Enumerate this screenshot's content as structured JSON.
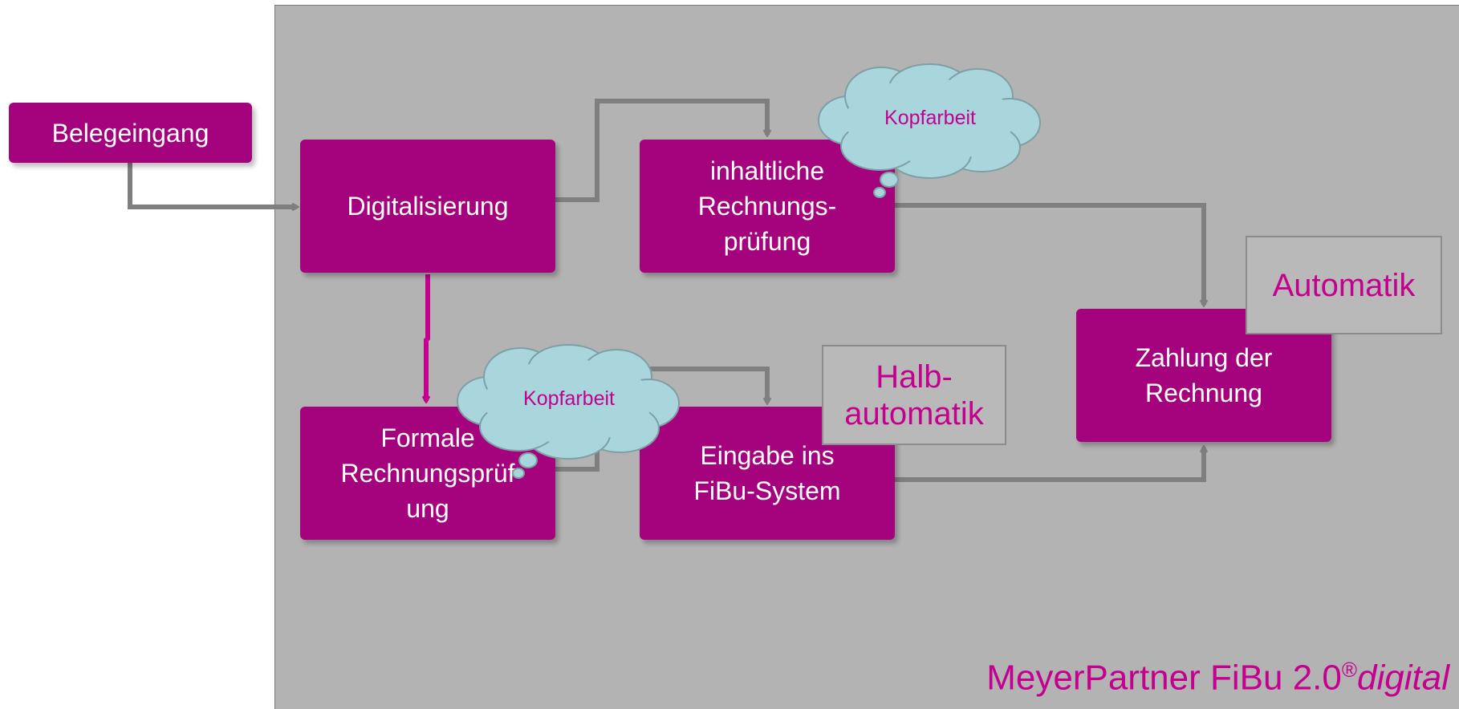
{
  "nodes": {
    "belegeingang": "Belegeingang",
    "digitalisierung": "Digitalisierung",
    "inhaltliche": "inhaltliche\nRechnungs-\nprüfung",
    "formale": "Formale\nRechnungsprüf\nung",
    "eingabe": "Eingabe ins\nFiBu-System",
    "zahlung": "Zahlung der\nRechnung"
  },
  "clouds": {
    "top": "Kopfarbeit",
    "bottom": "Kopfarbeit"
  },
  "tags": {
    "automatik": "Automatik",
    "halbautomatik": "Halb-\nautomatik"
  },
  "brand": {
    "name": "MeyerPartner FiBu 2.0",
    "registered": "®",
    "suffix": "digital"
  },
  "colors": {
    "box_fill": "#a5037d",
    "accent_text": "#c4008f",
    "panel": "#b3b3b3",
    "connector": "#7f7f7f",
    "cloud_fill": "#a8d6dc"
  }
}
